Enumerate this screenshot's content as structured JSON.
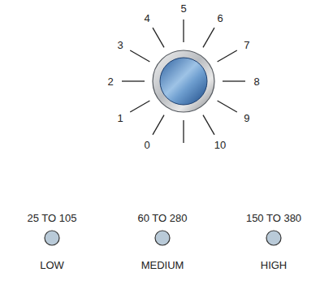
{
  "diagram": {
    "labels": [
      "0",
      "1",
      "2",
      "3",
      "4",
      "5",
      "6",
      "7",
      "8",
      "9",
      "10",
      "25 TO 105",
      "LOW",
      "60 TO 280",
      "MEDIUM",
      "150 TO 380",
      "HIGH"
    ]
  }
}
